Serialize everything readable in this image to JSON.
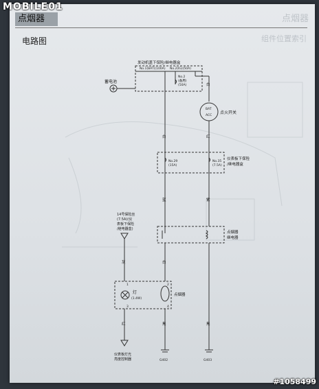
{
  "page": {
    "title": "点烟器",
    "section": "电路图",
    "ghost_header": "点烟器",
    "ghost_subheader": "组件位置索引"
  },
  "watermark": {
    "logo": "MOBILE01",
    "post_id": "#1058499"
  },
  "diagram": {
    "battery_label": "蓄电池",
    "under_hood_box": {
      "title": "发动机盖下保险/继电器盒",
      "fuse_a": "No.1(BAT)(100A)",
      "fuse_b": "No.2(IG)(50A)",
      "fuse_c_line1": "No.2",
      "fuse_c_line2": "(备用)",
      "fuse_c_line3": "(50A)"
    },
    "ignition_switch": {
      "label": "点火开关",
      "bat": "BAT",
      "acc": "ACC"
    },
    "dash_box": {
      "label_line1": "仪表板下保险",
      "label_line2": "/继电器盒",
      "fuse_left_line1": "No.29",
      "fuse_left_line2": "(15A)",
      "fuse_right_line1": "No.35",
      "fuse_right_line2": "(7.5A)"
    },
    "relay": {
      "label_line1": "点烟器",
      "label_line2": "继电器"
    },
    "fuse14": {
      "line1": "14号保险丝",
      "line2": "(7.5A)(仪",
      "line3": "表板下保险",
      "line4": "/继电器盒)"
    },
    "lighter_unit": {
      "lamp_label": "灯",
      "lamp_rating": "(1.4W)",
      "lighter_label": "点烟器",
      "pin1": "1",
      "pin2": "2",
      "pin3": "3",
      "pin4": "4"
    },
    "dimmer": {
      "line1": "仪表板灯光",
      "line2": "亮度控制器"
    },
    "wire_colors": {
      "white_a": "白",
      "white_b": "白",
      "red_a": "红",
      "blue": "蓝",
      "purple": "紫",
      "gray": "灰",
      "white_c": "白",
      "red_b": "红",
      "black_a": "黑",
      "black_b": "黑"
    },
    "grounds": {
      "g1": "G402",
      "g2": "G403"
    }
  }
}
